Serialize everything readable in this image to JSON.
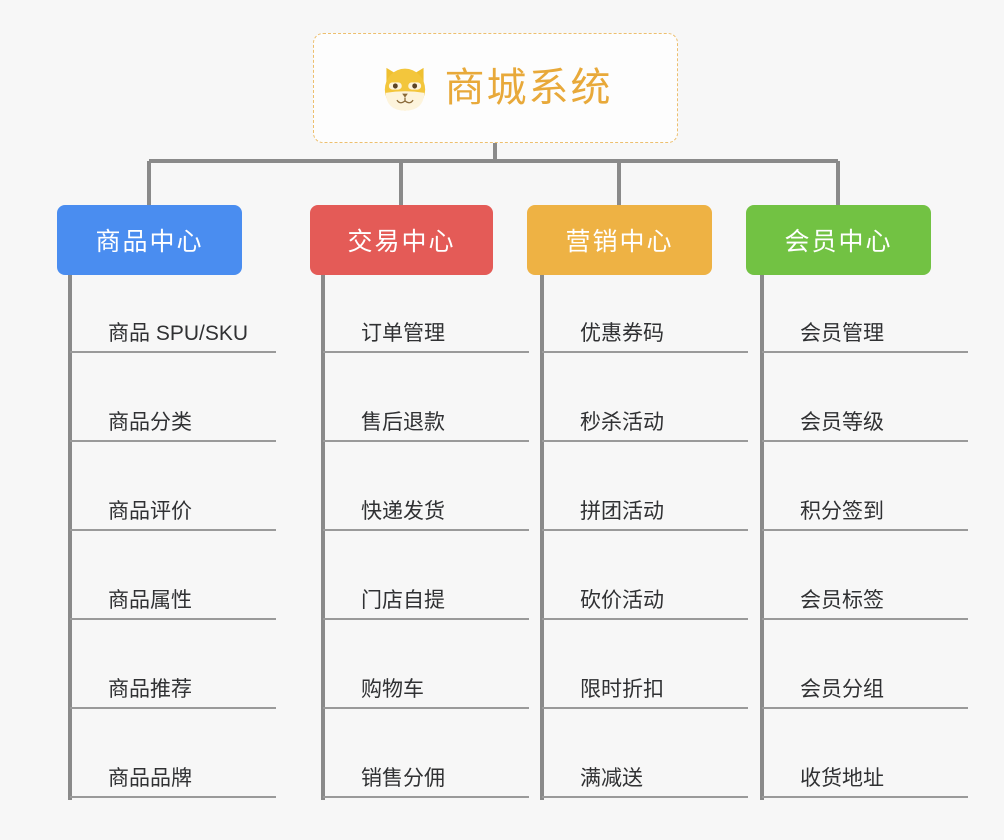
{
  "root": {
    "title": "商城系统",
    "icon": "shiba-dog-emoji",
    "border_color": "#edbf6e",
    "text_color": "#e8a93a",
    "background": "#fdfdfd"
  },
  "canvas": {
    "background": "#f7f7f7",
    "connector_color": "#8a8a8a",
    "underline_color": "#9a9a9a"
  },
  "categories": [
    {
      "label": "商品中心",
      "color": "#4a8df0",
      "items": [
        "商品 SPU/SKU",
        "商品分类",
        "商品评价",
        "商品属性",
        "商品推荐",
        "商品品牌"
      ]
    },
    {
      "label": "交易中心",
      "color": "#e45b57",
      "items": [
        "订单管理",
        "售后退款",
        "快递发货",
        "门店自提",
        "购物车",
        "销售分佣"
      ]
    },
    {
      "label": "营销中心",
      "color": "#eeb244",
      "items": [
        "优惠券码",
        "秒杀活动",
        "拼团活动",
        "砍价活动",
        "限时折扣",
        "满减送"
      ]
    },
    {
      "label": "会员中心",
      "color": "#72c243",
      "items": [
        "会员管理",
        "会员等级",
        "积分签到",
        "会员标签",
        "会员分组",
        "收货地址"
      ]
    }
  ]
}
